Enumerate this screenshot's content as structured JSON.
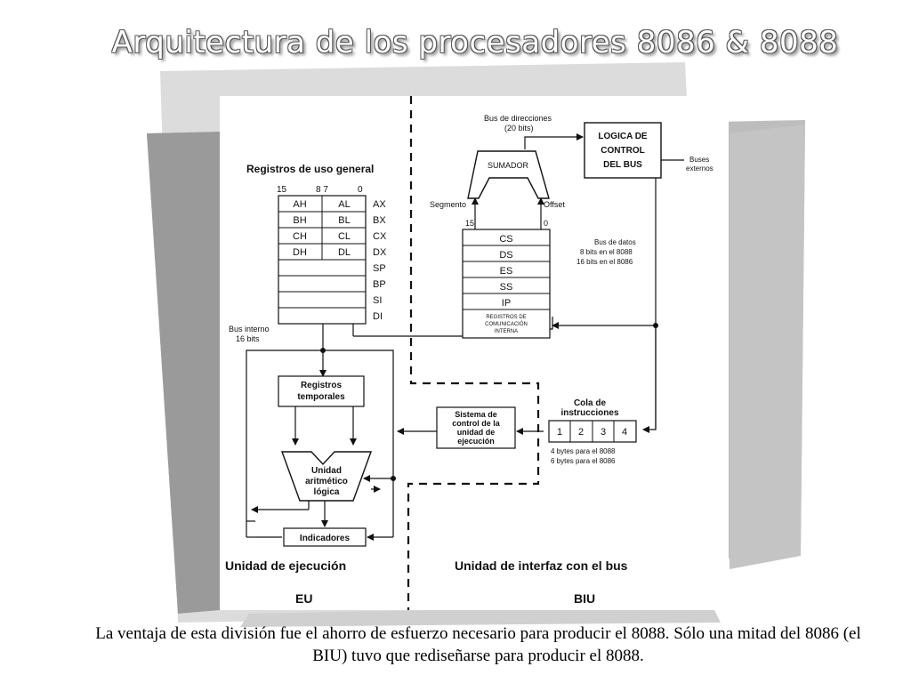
{
  "slide": {
    "title": "Arquitectura de los procesadores 8086 & 8088",
    "caption": "La ventaja de esta división fue el ahorro de esfuerzo necesario para producir el 8088. Sólo una mitad del 8086 (el BIU) tuvo que rediseñarse para producir el 8088."
  },
  "eu": {
    "heading": "Registros de uso general",
    "bit_labels": [
      "15",
      "8 7",
      "0"
    ],
    "regs_high": [
      "AH",
      "BH",
      "CH",
      "DH"
    ],
    "regs_low": [
      "AL",
      "BL",
      "CL",
      "DL"
    ],
    "reg_names": [
      "AX",
      "BX",
      "CX",
      "DX",
      "SP",
      "BP",
      "SI",
      "DI"
    ],
    "bus_interno": [
      "Bus interno",
      "16 bits"
    ],
    "temporales": [
      "Registros",
      "temporales"
    ],
    "alu": [
      "Unidad",
      "aritmético",
      "lógica"
    ],
    "indicadores": "Indicadores",
    "control": [
      "Sistema de",
      "control de la",
      "unidad de",
      "ejecución"
    ],
    "unit_title": "Unidad de ejecución",
    "unit_abbr": "EU"
  },
  "biu": {
    "bus_dir": [
      "Bus de direcciones",
      "(20 bits)"
    ],
    "sumador": "SUMADOR",
    "segmento": "Segmento",
    "offset": "Offset",
    "bit_labels": [
      "15",
      "0"
    ],
    "seg_regs": [
      "CS",
      "DS",
      "ES",
      "SS",
      "IP"
    ],
    "com_label": [
      "REGISTROS DE",
      "COMUNICACIÓN",
      "INTERNA"
    ],
    "logica": [
      "LOGICA DE",
      "CONTROL",
      "DEL BUS"
    ],
    "buses_ext": [
      "Buses",
      "externos"
    ],
    "bus_datos": [
      "Bus de datos",
      "8 bits en el 8088",
      "16 bits en el 8086"
    ],
    "cola_title": [
      "Cola de",
      "instrucciones"
    ],
    "cola_cells": [
      "1",
      "2",
      "3",
      "4"
    ],
    "cola_note": [
      "4 bytes para el 8088",
      "6 bytes para el 8086"
    ],
    "unit_title": "Unidad de interfaz con el bus",
    "unit_abbr": "BIU"
  }
}
